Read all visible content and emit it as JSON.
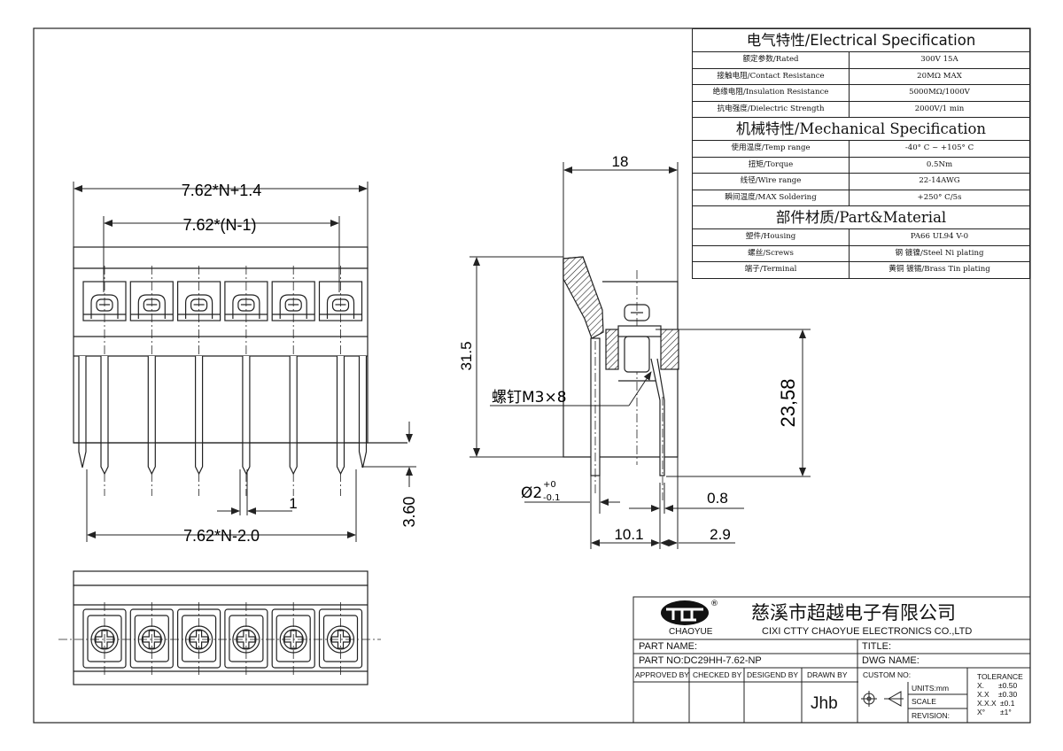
{
  "spec": {
    "sections": [
      {
        "title": "电气特性/Electrical Specification",
        "rows": [
          {
            "label": "额定参数/Rated",
            "value": "300V  15A"
          },
          {
            "label": "接触电阻/Contact Resistance",
            "value": "20MΩ MAX"
          },
          {
            "label": "绝缘电阻/Insulation Resistance",
            "value": "5000MΩ/1000V"
          },
          {
            "label": "抗电强度/Dielectric Strength",
            "value": "2000V/1 min"
          }
        ]
      },
      {
        "title": "机械特性/Mechanical Specification",
        "rows": [
          {
            "label": "使用温度/Temp range",
            "value": "-40° C ~ +105° C"
          },
          {
            "label": "扭矩/Torque",
            "value": "0.5Nm"
          },
          {
            "label": "线径/Wire range",
            "value": "22-14AWG"
          },
          {
            "label": "瞬间温度/MAX Soldering",
            "value": "+250° C/5s"
          }
        ]
      },
      {
        "title": "部件材质/Part&Material",
        "rows": [
          {
            "label": "塑件/Housing",
            "value": "PA66 UL94 V-0"
          },
          {
            "label": "螺丝/Screws",
            "value": "钢 镀镍/Steel Ni plating"
          },
          {
            "label": "端子/Terminal",
            "value": "黄铜 镀锡/Brass Tin  plating"
          }
        ]
      }
    ]
  },
  "dims": {
    "overall_width": "7.62*N+1.4",
    "pitch_span": "7.62*(N-1)",
    "pin_span": "7.62*N-2.0",
    "pin_width": "1",
    "pin_length": "3.60",
    "depth": "18",
    "height": "31.5",
    "pin_height": "23,58",
    "screw": "螺钉M3×8",
    "pin_dia_main": "Ø2",
    "pin_dia_tol_up": "+0",
    "pin_dia_tol_down": "-0.1",
    "pin_thick": "0.8",
    "pin_offset": "10.1",
    "back_offset": "2.9"
  },
  "pole_count": 6,
  "title_block": {
    "logo_text": "CHAOYUE",
    "company_cn": "慈溪市超越电子有限公司",
    "company_en": "CIXI CTTY CHAOYUE ELECTRONICS CO.,LTD",
    "part_name_label": "PART NAME:",
    "title_label": "TITLE:",
    "part_no_label": "PART NO:DC29HH-7.62-NP",
    "dwg_name_label": "DWG NAME:",
    "approved_by": "APPROVED BY",
    "checked_by": "CHECKED BY",
    "designed_by": "DESIGEND BY",
    "drawn_by": "DRAWN BY",
    "drawn_by_value": "Jhb",
    "custom_no": "CUSTOM NO:",
    "units": "UNITS:mm",
    "scale": "SCALE",
    "revision": "REVISION:",
    "tolerance_title": "TOLERANCE",
    "tolerances": [
      {
        "fmt": "X.",
        "val": "±0.50"
      },
      {
        "fmt": "X.X",
        "val": "±0.30"
      },
      {
        "fmt": "X.X.X",
        "val": "±0.1"
      },
      {
        "fmt": "X°",
        "val": "±1°"
      }
    ]
  }
}
